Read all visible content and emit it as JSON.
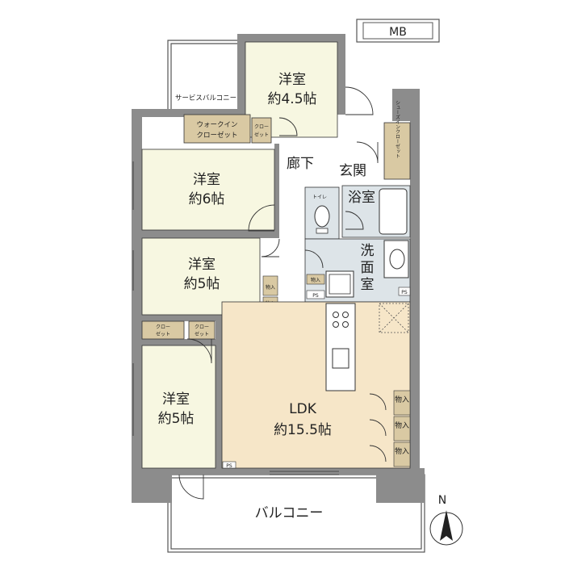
{
  "colors": {
    "wall": "#8c8c8c",
    "room_western": "#f7f7e1",
    "room_ldk": "#f6e6c8",
    "room_wet": "#dde4e8",
    "room_closet": "#d9c9a3",
    "floor_white": "#ffffff",
    "line": "#333333"
  },
  "labels": {
    "mb": "MB",
    "service_balcony": "サービスバルコニー",
    "room_45": {
      "name": "洋室",
      "size": "約4.5帖"
    },
    "walkin_closet": {
      "line1": "ウォークイン",
      "line2": "クローゼット"
    },
    "closet_small_top": {
      "line1": "クロー",
      "line2": "ゼット"
    },
    "corridor": "廊下",
    "entrance": "玄関",
    "shoes_closet": "シューズインクローゼット",
    "room_6": {
      "name": "洋室",
      "size": "約6帖"
    },
    "toilet": "トイレ",
    "bath": "浴室",
    "room_5a": {
      "name": "洋室",
      "size": "約5帖"
    },
    "washroom": [
      "洗",
      "面",
      "室"
    ],
    "storage": "物入",
    "ps": "PS",
    "closet_left": {
      "line1": "クロー",
      "line2": "ゼット"
    },
    "closet_mid": {
      "line1": "クロー",
      "line2": "ゼット"
    },
    "room_5b": {
      "name": "洋室",
      "size": "約5帖"
    },
    "ldk": {
      "name": "LDK",
      "size": "約15.5帖"
    },
    "balcony": "バルコニー",
    "north": "N"
  }
}
